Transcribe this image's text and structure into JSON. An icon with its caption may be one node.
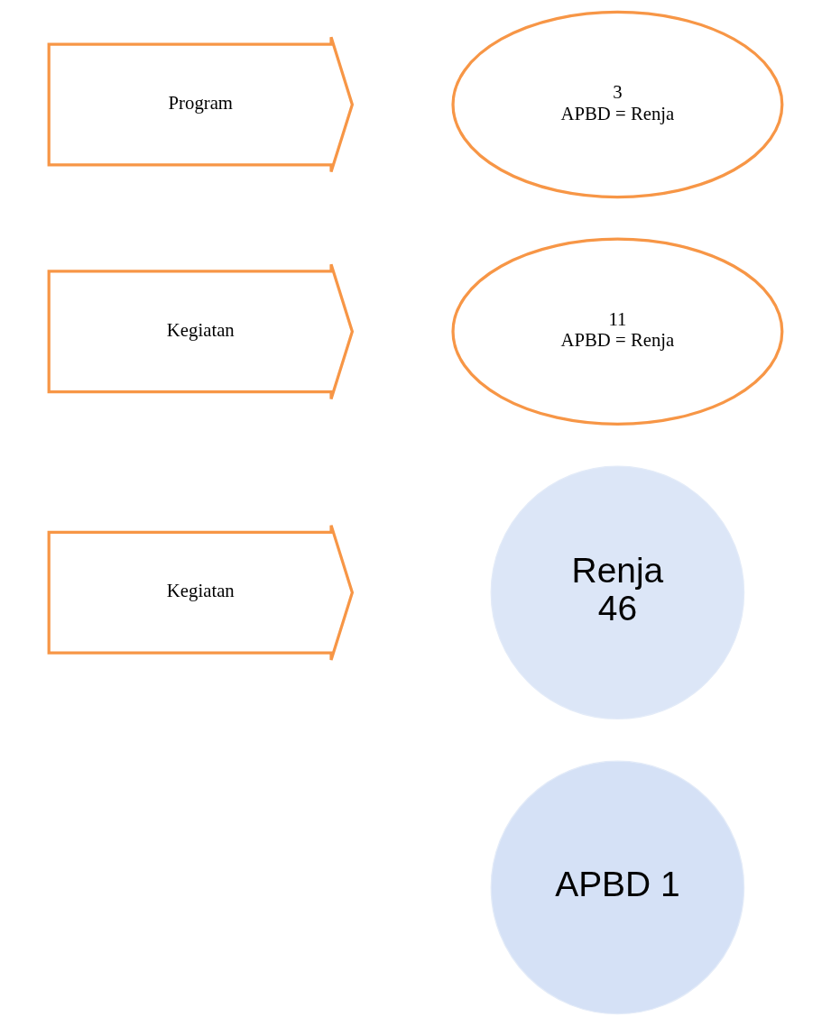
{
  "diagram": {
    "nodes": [
      {
        "text": [
          "Program"
        ]
      },
      {
        "text": [
          "3",
          "APBD = Renja"
        ]
      },
      {
        "text": [
          "Kegiatan"
        ]
      },
      {
        "text": [
          "11",
          "APBD = Renja"
        ]
      },
      {
        "text": [
          "Kegiatan"
        ]
      },
      {
        "text": [
          "Renja",
          "46"
        ]
      },
      {
        "text": [
          "APBD 1"
        ]
      }
    ],
    "edges": []
  }
}
